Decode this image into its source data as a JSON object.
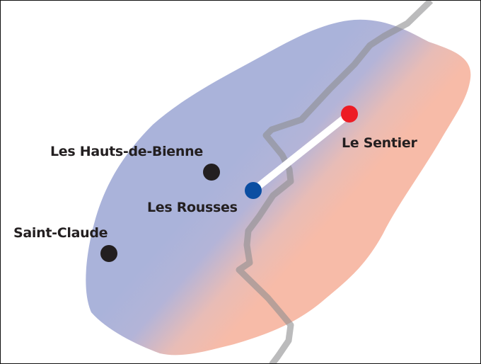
{
  "places": [
    {
      "id": "le-sentier",
      "label": "Le Sentier",
      "color": "#ed1c24"
    },
    {
      "id": "les-rousses",
      "label": "Les Rousses",
      "color": "#0b4ea2"
    },
    {
      "id": "les-hauts-de-bienne",
      "label": "Les Hauts-de-Bienne",
      "color": "#231f20"
    },
    {
      "id": "saint-claude",
      "label": "Saint-Claude",
      "color": "#231f20"
    }
  ],
  "colors": {
    "region_west": "#aab3da",
    "region_east": "#f7bba8",
    "border_line": "#9a9a9c",
    "connector": "#ffffff"
  }
}
